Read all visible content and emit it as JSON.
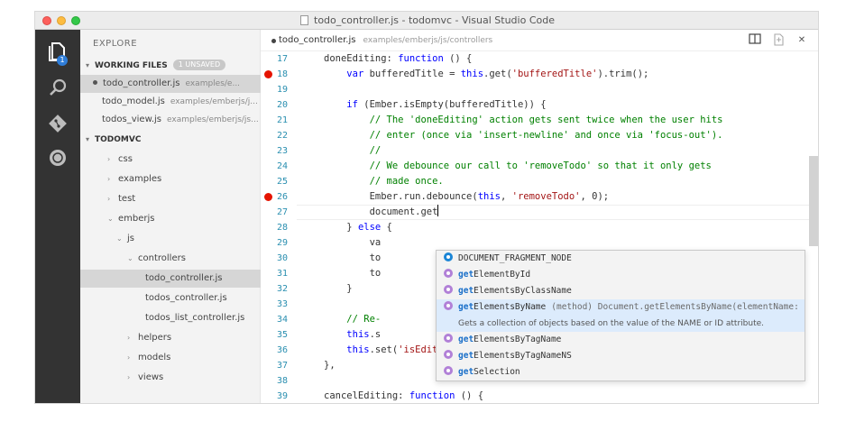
{
  "window": {
    "title": "todo_controller.js - todomvc - Visual Studio Code"
  },
  "activity": {
    "explorer_badge": "1"
  },
  "sidebar": {
    "title": "EXPLORE",
    "working_files": {
      "label": "WORKING FILES",
      "badge": "1 UNSAVED"
    },
    "open_files": [
      {
        "name": "todo_controller.js",
        "path": "examples/e..."
      },
      {
        "name": "todo_model.js",
        "path": "examples/emberjs/j..."
      },
      {
        "name": "todos_view.js",
        "path": "examples/emberjs/js..."
      }
    ],
    "project": {
      "label": "TODOMVC"
    },
    "tree": [
      {
        "name": "css",
        "chevron": "›"
      },
      {
        "name": "examples",
        "chevron": "›"
      },
      {
        "name": "test",
        "chevron": "›"
      },
      {
        "name": "emberjs",
        "chevron": "⌄"
      },
      {
        "name": "js",
        "chevron": "⌄"
      },
      {
        "name": "controllers",
        "chevron": "⌄"
      },
      {
        "name": "todo_controller.js"
      },
      {
        "name": "todos_controller.js"
      },
      {
        "name": "todos_list_controller.js"
      },
      {
        "name": "helpers",
        "chevron": "›"
      },
      {
        "name": "models",
        "chevron": "›"
      },
      {
        "name": "views",
        "chevron": "›"
      }
    ]
  },
  "tab": {
    "name": "todo_controller.js",
    "path": "examples/emberjs/js/controllers"
  },
  "code": {
    "lines": [
      {
        "n": "17",
        "text": "doneEditing: function () {",
        "bp": false
      },
      {
        "n": "18",
        "text": "    var bufferedTitle = this.get('bufferedTitle').trim();",
        "bp": true
      },
      {
        "n": "19",
        "text": "",
        "bp": false
      },
      {
        "n": "20",
        "text": "    if (Ember.isEmpty(bufferedTitle)) {",
        "bp": false
      },
      {
        "n": "21",
        "text": "        // The 'doneEditing' action gets sent twice when the user hits",
        "bp": false
      },
      {
        "n": "22",
        "text": "        // enter (once via 'insert-newline' and once via 'focus-out').",
        "bp": false
      },
      {
        "n": "23",
        "text": "        //",
        "bp": false
      },
      {
        "n": "24",
        "text": "        // We debounce our call to 'removeTodo' so that it only gets",
        "bp": false
      },
      {
        "n": "25",
        "text": "        // made once.",
        "bp": false
      },
      {
        "n": "26",
        "text": "        Ember.run.debounce(this, 'removeTodo', 0);",
        "bp": true
      },
      {
        "n": "27",
        "text": "        document.get",
        "bp": false
      },
      {
        "n": "28",
        "text": "    } else {",
        "bp": false
      },
      {
        "n": "29",
        "text": "        va",
        "bp": false
      },
      {
        "n": "30",
        "text": "        to",
        "bp": false
      },
      {
        "n": "31",
        "text": "        to",
        "bp": false
      },
      {
        "n": "32",
        "text": "    }",
        "bp": false
      },
      {
        "n": "33",
        "text": "",
        "bp": false
      },
      {
        "n": "34",
        "text": "    // Re-",
        "bp": false
      },
      {
        "n": "35",
        "text": "    this.s",
        "bp": false
      },
      {
        "n": "36",
        "text": "    this.set('isEditing', false);",
        "bp": false
      },
      {
        "n": "37",
        "text": "},",
        "bp": false
      },
      {
        "n": "38",
        "text": "",
        "bp": false
      },
      {
        "n": "39",
        "text": "cancelEditing: function () {",
        "bp": false
      }
    ]
  },
  "suggest": {
    "items": [
      {
        "prefix": "DOCUMENT_FRAGMENT_NODE",
        "kind": "property",
        "selected": false
      },
      {
        "prefix": "getElementById",
        "kind": "method",
        "selected": false
      },
      {
        "prefix": "getElementsByClassName",
        "kind": "method",
        "selected": false
      },
      {
        "prefix": "getElementsByName",
        "kind": "method",
        "selected": true,
        "type": "(method) Document.getElementsByName(elementName: ...",
        "doc": "Gets a collection of objects based on the value of the NAME or ID attribute."
      },
      {
        "prefix": "getElementsByTagName",
        "kind": "method",
        "selected": false
      },
      {
        "prefix": "getElementsByTagNameNS",
        "kind": "method",
        "selected": false
      },
      {
        "prefix": "getSelection",
        "kind": "method",
        "selected": false
      }
    ]
  },
  "colors": {
    "activity_bar": "#333333",
    "sidebar": "#f3f3f3",
    "breakpoint": "#e51400",
    "line_number": "#2a8fb0",
    "keyword": "#0000ff",
    "string": "#a31515",
    "comment": "#008000"
  }
}
